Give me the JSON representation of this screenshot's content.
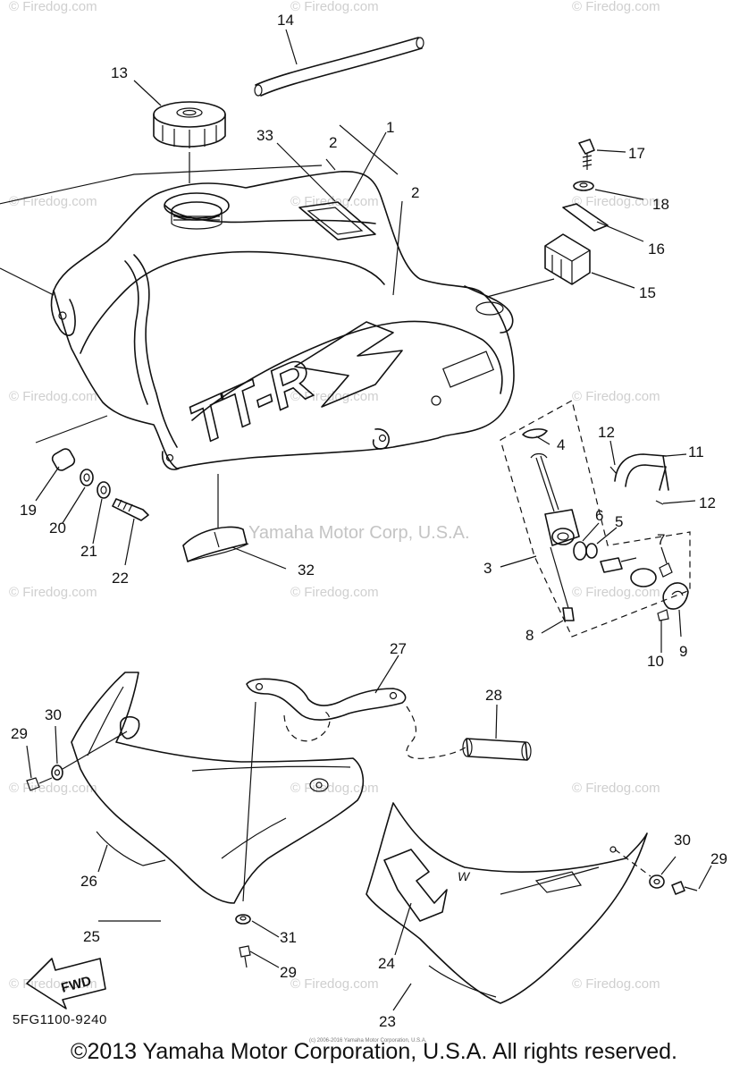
{
  "diagram": {
    "part_numbers": [
      "1",
      "2",
      "2",
      "3",
      "4",
      "5",
      "6",
      "7",
      "8",
      "9",
      "10",
      "11",
      "12",
      "12",
      "13",
      "14",
      "15",
      "16",
      "17",
      "18",
      "19",
      "20",
      "21",
      "22",
      "23",
      "24",
      "25",
      "26",
      "27",
      "28",
      "29",
      "29",
      "29",
      "30",
      "30",
      "31",
      "32",
      "33"
    ],
    "watermark": "© Firedog.com",
    "center_watermark": "Yamaha Motor Corp, U.S.A.",
    "fwd_label": "FWD",
    "tank_logo": "TT-R"
  },
  "footer": {
    "diagram_code": "5FG1100-9240",
    "tiny_notice": "(c) 2006-2016 Yamaha Motor Corporation, U.S.A.",
    "copyright": "©2013 Yamaha Motor Corporation, U.S.A. All rights reserved."
  },
  "colors": {
    "ink": "#111111",
    "watermark": "#cfcfcf"
  }
}
